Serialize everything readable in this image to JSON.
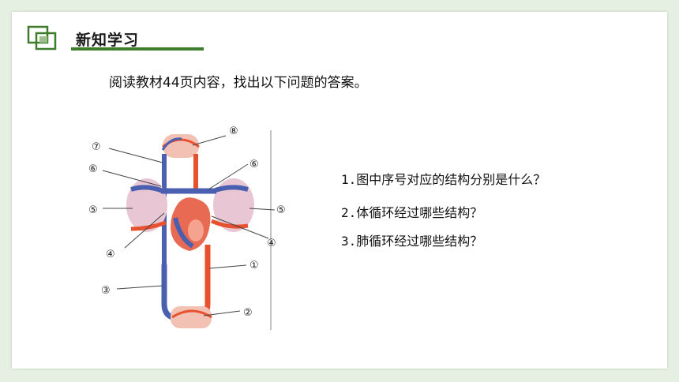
{
  "header": {
    "title": "新知学习"
  },
  "intro": "阅读教材44页内容，找出以下问题的答案。",
  "diagram": {
    "labels": {
      "l1": "①",
      "l2": "②",
      "l3": "③",
      "l4a": "④",
      "l4b": "④",
      "l5a": "⑤",
      "l5b": "⑤",
      "l6a": "⑥",
      "l6b": "⑥",
      "l7": "⑦",
      "l8": "⑧"
    },
    "colors": {
      "artery": "#e8512e",
      "vein": "#4b5fb0"
    }
  },
  "questions": [
    "1.图中序号对应的结构分别是什么？",
    "2.体循环经过哪些结构？",
    "3.肺循环经过哪些结构？"
  ]
}
